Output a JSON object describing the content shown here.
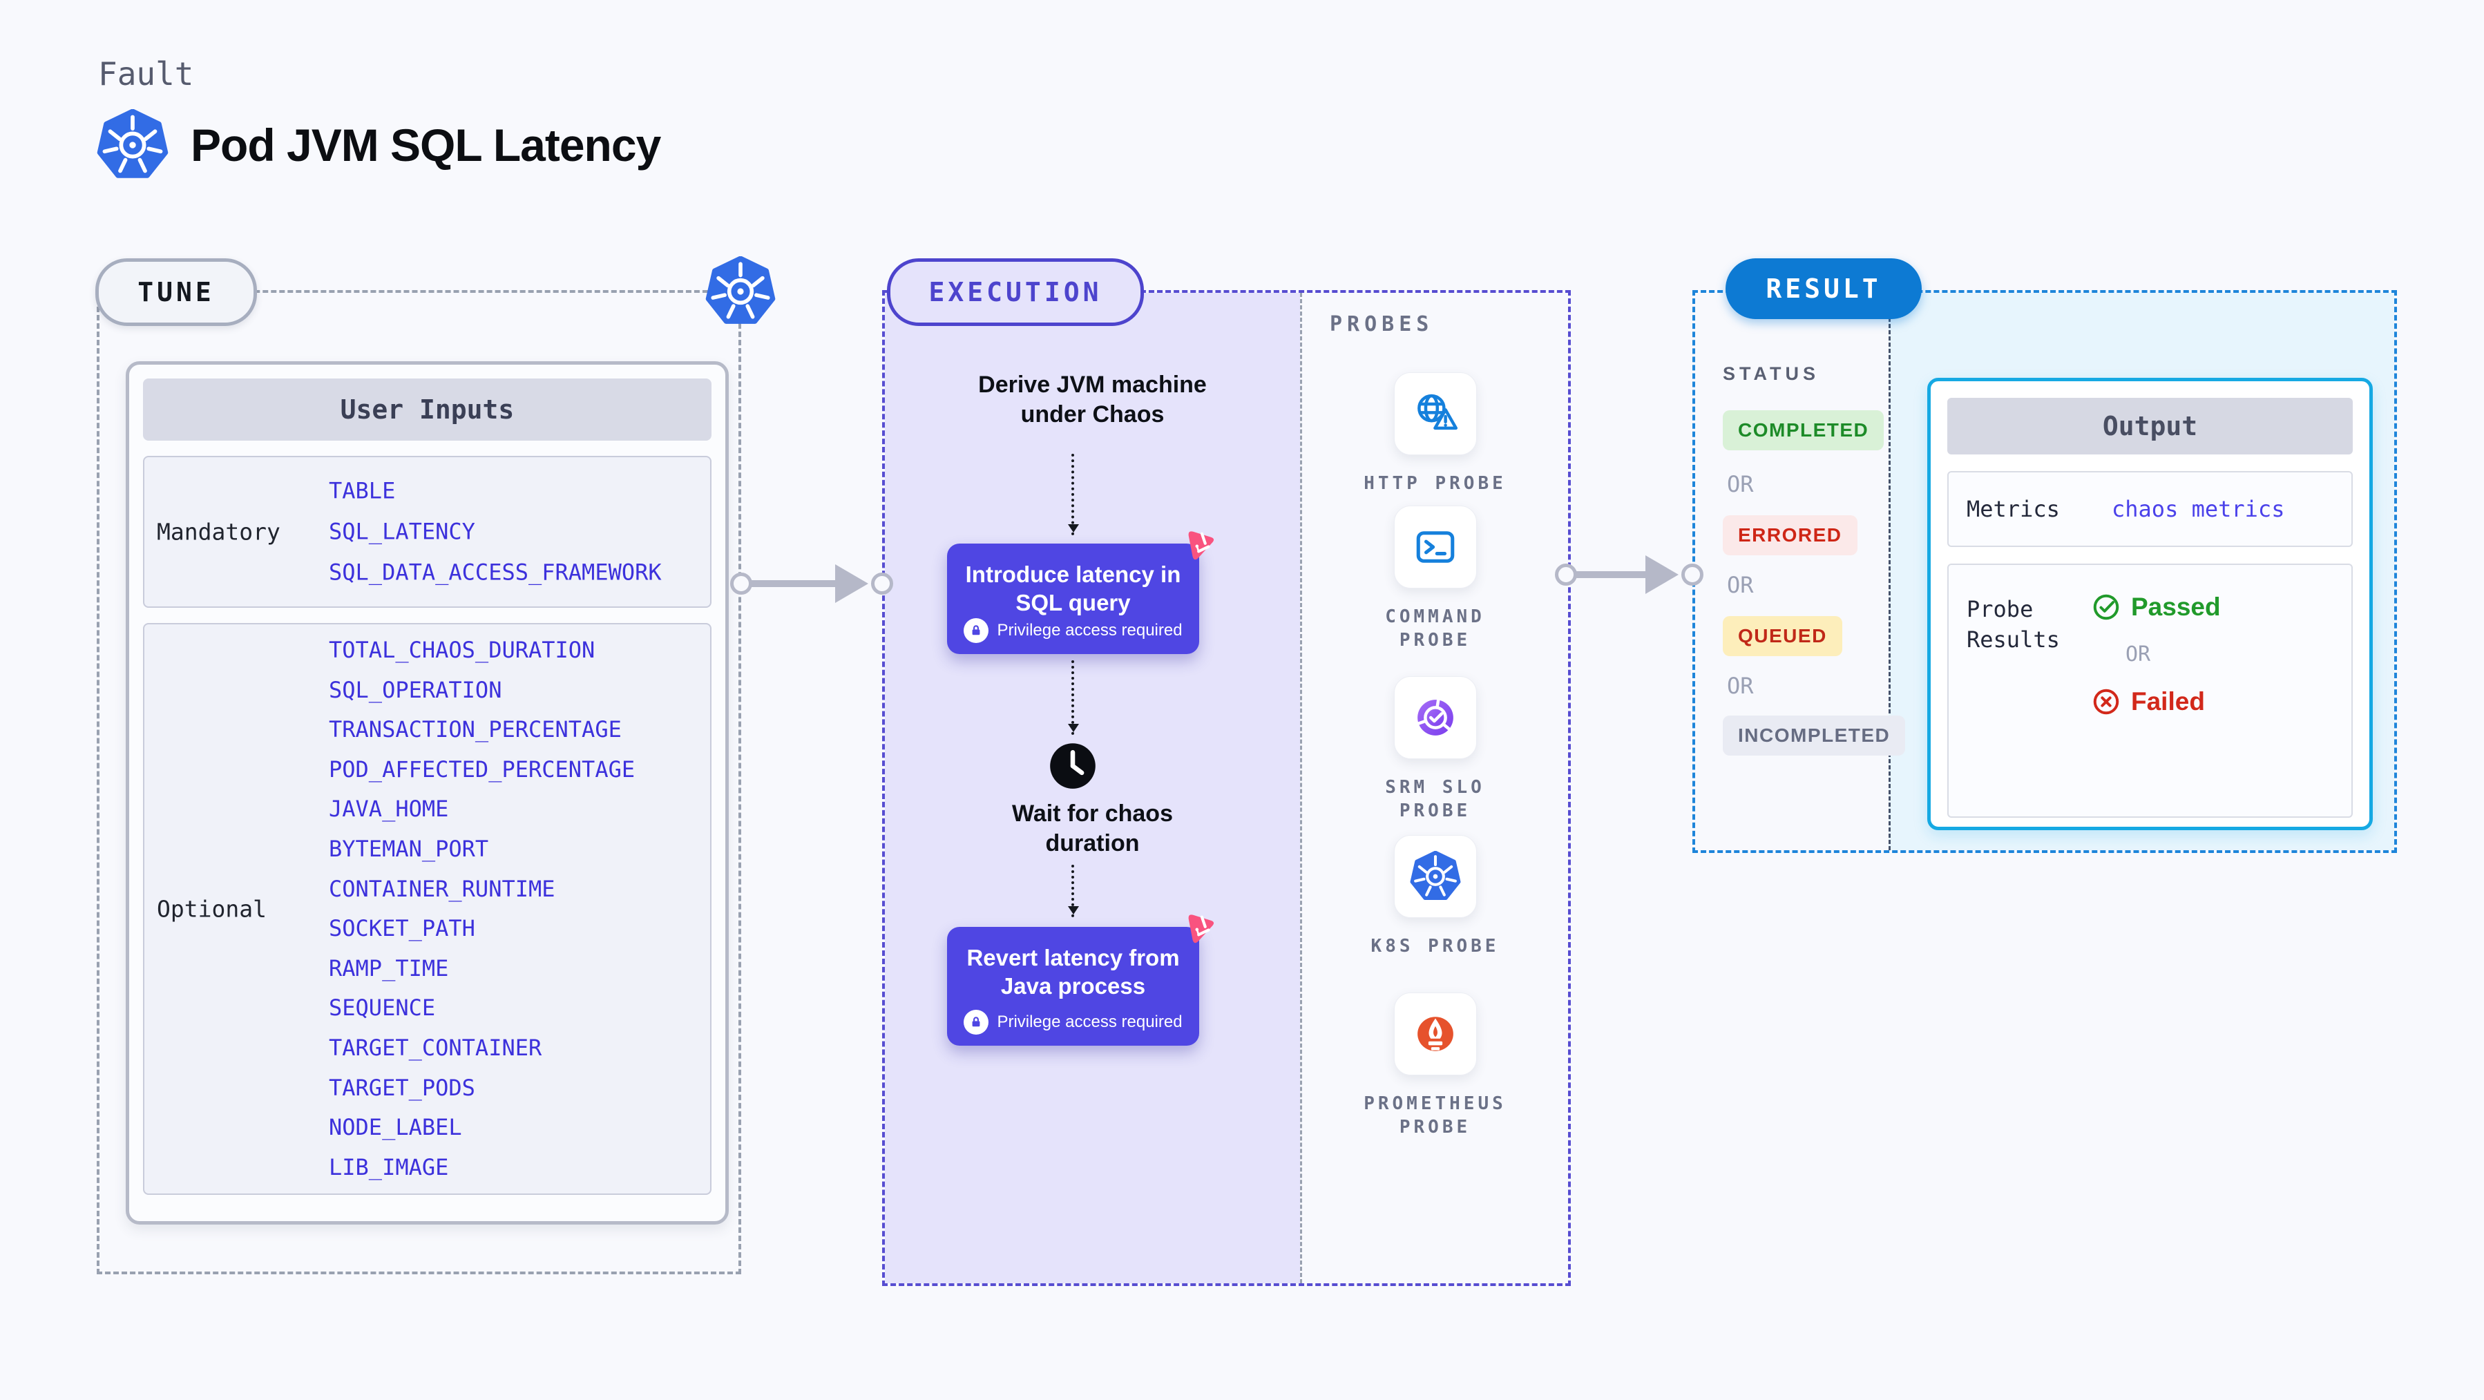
{
  "page": {
    "kicker": "Fault",
    "title": "Pod JVM SQL Latency"
  },
  "tune": {
    "badge": "TUNE",
    "user_inputs": {
      "header": "User Inputs",
      "mandatory": {
        "label": "Mandatory",
        "items": [
          "TABLE",
          "SQL_LATENCY",
          "SQL_DATA_ACCESS_FRAMEWORK"
        ]
      },
      "optional": {
        "label": "Optional",
        "items": [
          "TOTAL_CHAOS_DURATION",
          "SQL_OPERATION",
          "TRANSACTION_PERCENTAGE",
          "POD_AFFECTED_PERCENTAGE",
          "JAVA_HOME",
          "BYTEMAN_PORT",
          "CONTAINER_RUNTIME",
          "SOCKET_PATH",
          "RAMP_TIME",
          "SEQUENCE",
          "TARGET_CONTAINER",
          "TARGET_PODS",
          "NODE_LABEL",
          "LIB_IMAGE"
        ]
      }
    }
  },
  "execution": {
    "badge": "EXECUTION",
    "flow": {
      "step_derive": "Derive JVM machine under Chaos",
      "action_inject": "Introduce latency in SQL query",
      "privilege_note": "Privilege access required",
      "step_wait": "Wait for chaos duration",
      "action_revert": "Revert latency from Java process"
    },
    "probes": {
      "label": "PROBES",
      "items": [
        {
          "label": "HTTP PROBE"
        },
        {
          "label": "COMMAND PROBE"
        },
        {
          "label": "SRM SLO PROBE"
        },
        {
          "label": "K8S PROBE"
        },
        {
          "label": "PROMETHEUS PROBE"
        }
      ]
    }
  },
  "result": {
    "badge": "RESULT",
    "status": {
      "label": "STATUS",
      "or_label": "OR",
      "options": [
        {
          "label": "COMPLETED",
          "bg": "#d9f1d7",
          "fg": "#1d8b28"
        },
        {
          "label": "ERRORED",
          "bg": "#fbe9e9",
          "fg": "#ce2616"
        },
        {
          "label": "QUEUED",
          "bg": "#fdeebb",
          "fg": "#c02818"
        },
        {
          "label": "INCOMPLETED",
          "bg": "#e9ebf3",
          "fg": "#666c82"
        }
      ]
    },
    "output": {
      "header": "Output",
      "metrics_label": "Metrics",
      "metrics_value": "chaos metrics",
      "probe_results_label": "Probe Results",
      "passed_label": "Passed",
      "or_label": "OR",
      "failed_label": "Failed"
    }
  },
  "colors": {
    "page_bg": "#f8f9fd",
    "input_item_blue": "#3c31dc",
    "execution_accent": "#4d44cd",
    "action_box_indigo": "#4f46e3",
    "kubernetes_blue": "#326ce5",
    "litmus_pink": "#f9537f",
    "http_probe_blue": "#1580dc",
    "srm_purple": "#8a4ef0",
    "prometheus_orange": "#e6522c",
    "result_blue": "#0d7ad3",
    "output_border_cyan": "#16a9e3",
    "passed_green": "#219a2b",
    "failed_red": "#d2281a"
  }
}
